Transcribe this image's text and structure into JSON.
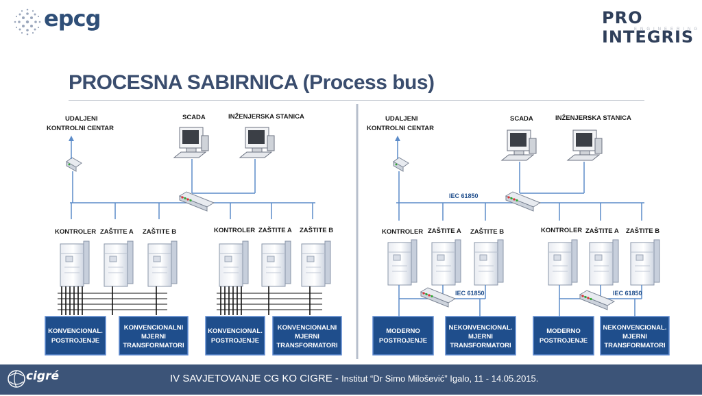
{
  "header": {
    "logo_left": "epcg",
    "logo_right": "PRO INTEGRIS",
    "logo_right_sub": "ENGINEERING",
    "title": "PROCESNA SABIRNICA (Process bus)"
  },
  "left_diagram": {
    "remote_center_line1": "UDALJENI",
    "remote_center_line2": "KONTROLNI CENTAR",
    "scada": "SCADA",
    "engineering_station": "INŽENJERSKA STANICA",
    "bay1": {
      "controller": "KONTROLER",
      "protection_a": "ZAŠTITE A",
      "protection_b": "ZAŠTITE B"
    },
    "bay2": {
      "controller": "KONTROLER",
      "protection_a": "ZAŠTITE A",
      "protection_b": "ZAŠTITE B"
    },
    "boxes": [
      {
        "line1": "KONVENCIONAL.",
        "line2": "POSTROJENJE",
        "line3": ""
      },
      {
        "line1": "KONVENCIONALNI",
        "line2": "MJERNI",
        "line3": "TRANSFORMATORI"
      },
      {
        "line1": "KONVENCIONAL.",
        "line2": "POSTROJENJE",
        "line3": ""
      },
      {
        "line1": "KONVENCIONALNI",
        "line2": "MJERNI",
        "line3": "TRANSFORMATORI"
      }
    ]
  },
  "right_diagram": {
    "remote_center_line1": "UDALJENI",
    "remote_center_line2": "KONTROLNI CENTAR",
    "scada": "SCADA",
    "engineering_station": "INŽENJERSKA STANICA",
    "station_bus_label": "IEC 61850",
    "process_bus_label1": "IEC 61850",
    "process_bus_label2": "IEC 61850",
    "bay1": {
      "controller": "KONTROLER",
      "protection_a": "ZAŠTITE A",
      "protection_b": "ZAŠTITE B"
    },
    "bay2": {
      "controller": "KONTROLER",
      "protection_a": "ZAŠTITE A",
      "protection_b": "ZAŠTITE B"
    },
    "boxes": [
      {
        "line1": "MODERNO",
        "line2": "POSTROJENJE",
        "line3": ""
      },
      {
        "line1": "NEKONVENCIONAL.",
        "line2": "MJERNI",
        "line3": "TRANSFORMATORI"
      },
      {
        "line1": "MODERNO",
        "line2": "POSTROJENJE",
        "line3": ""
      },
      {
        "line1": "NEKONVENCIONAL.",
        "line2": "MJERNI",
        "line3": "TRANSFORMATORI"
      }
    ]
  },
  "footer": {
    "text_main": "IV SAVJETOVANJE CG KO CIGRE - ",
    "text_detail": "Institut “Dr Simo Milošević” Igalo, 11 - 14.05.2015.",
    "logo": "cigré"
  },
  "colors": {
    "title": "#3a4d6e",
    "line_blue": "#5b8bc9",
    "box_blue": "#1f4e8c",
    "footer": "#3c5478"
  }
}
